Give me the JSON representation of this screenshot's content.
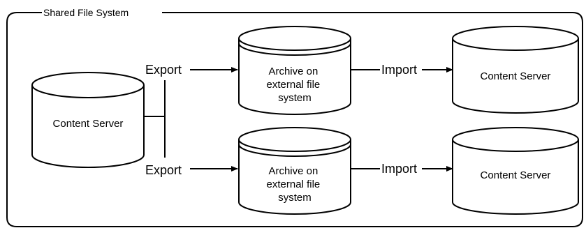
{
  "frame": {
    "title": "Shared File System"
  },
  "source_server": {
    "label": "Content Server"
  },
  "rows": [
    {
      "export_label": "Export",
      "archive_lines": [
        "Archive on",
        "external file",
        "system"
      ],
      "import_label": "Import",
      "target_label": "Content Server"
    },
    {
      "export_label": "Export",
      "archive_lines": [
        "Archive on",
        "external file",
        "system"
      ],
      "import_label": "Import",
      "target_label": "Content Server"
    }
  ]
}
